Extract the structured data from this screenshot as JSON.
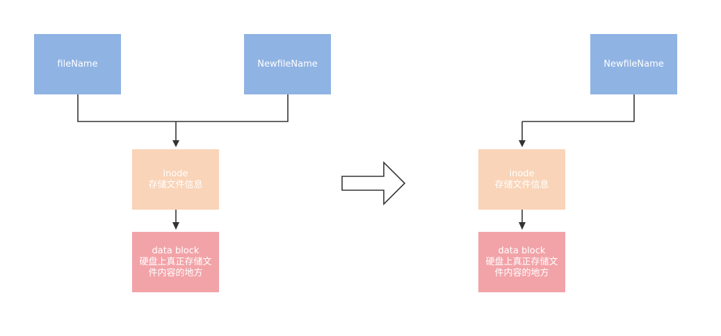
{
  "left_diagram": {
    "filename_box": "fileName",
    "newfilename_box": "NewfileName",
    "inode_title": "inode",
    "inode_desc": "存储文件信息",
    "datablock_title": "data block",
    "datablock_line1": "硬盘上真正存储文",
    "datablock_line2": "件内容的地方"
  },
  "right_diagram": {
    "newfilename_box": "NewfileName",
    "inode_title": "inode",
    "inode_desc": "存储文件信息",
    "datablock_title": "data block",
    "datablock_line1": "硬盘上真正存储文",
    "datablock_line2": "件内容的地方"
  },
  "colors": {
    "filename_fill": "#8fb3e3",
    "inode_fill": "#f9d4b8",
    "datablock_fill": "#f2a3a8",
    "line": "#333333"
  }
}
